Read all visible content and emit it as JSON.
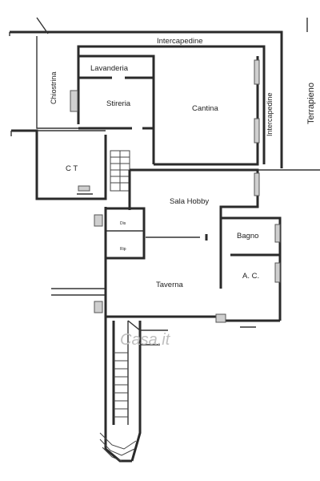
{
  "labels": {
    "intercapedine_top": "Intercapedine",
    "lavanderia": "Lavanderia",
    "stireria": "Stireria",
    "cantina": "Cantina",
    "intercapedine_right": "Intercapedine",
    "terrapieno": "Terrapieno",
    "chiostrina": "Chiostrina",
    "ct": "C T",
    "sala_hobby": "Sala Hobby",
    "bagno": "Bagno",
    "ac": "A. C.",
    "taverna": "Taverna",
    "small_a": "Dis",
    "small_b": "Rip"
  },
  "watermark": "Casa.it"
}
